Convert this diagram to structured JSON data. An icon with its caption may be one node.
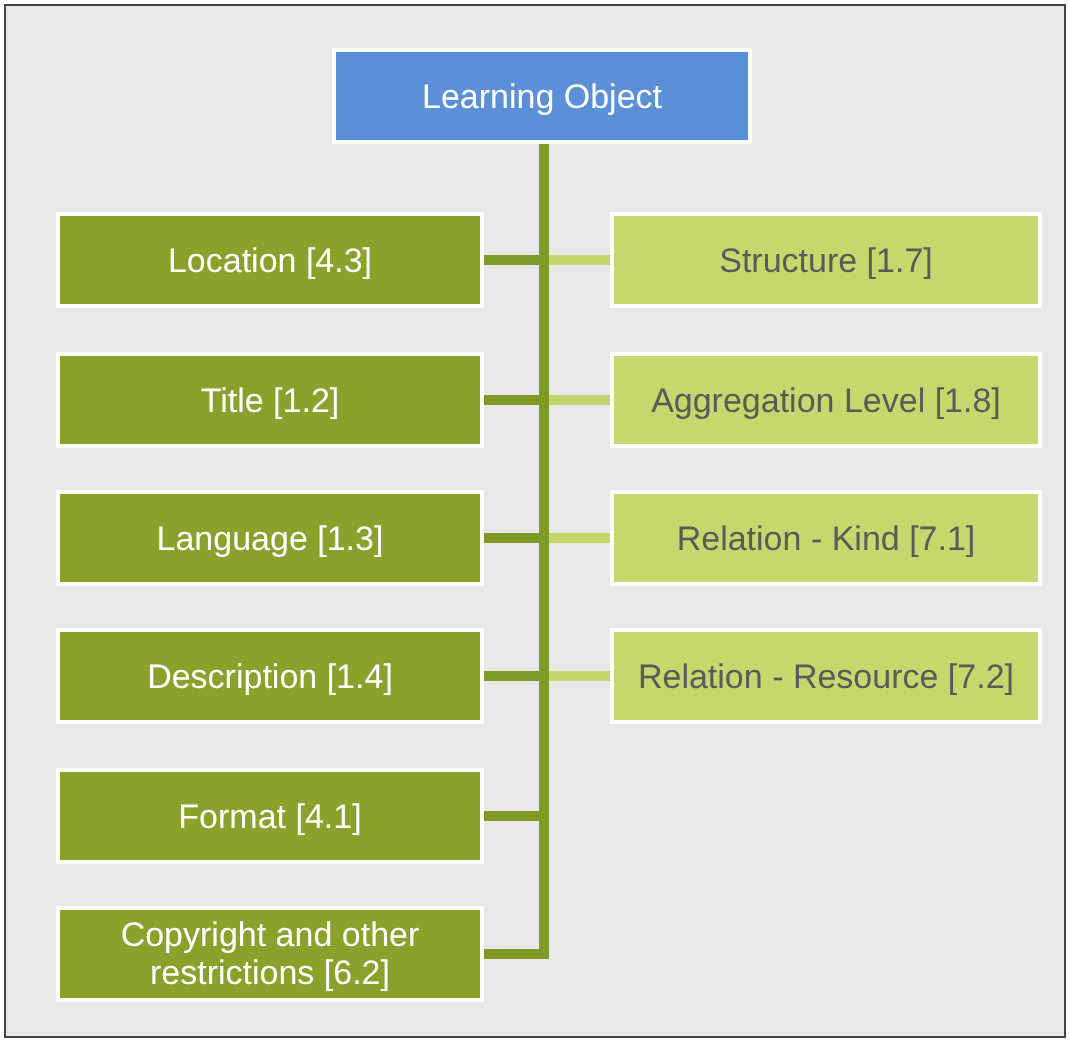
{
  "diagram": {
    "nodes": [
      {
        "text": [
          "Learning Object"
        ]
      },
      {
        "text": [
          "Location [4.3]"
        ]
      },
      {
        "text": [
          "Structure [1.7]"
        ]
      },
      {
        "text": [
          "Title [1.2]"
        ]
      },
      {
        "text": [
          "Aggregation Level [1.8]"
        ]
      },
      {
        "text": [
          "Language [1.3]"
        ]
      },
      {
        "text": [
          "Relation - Kind [7.1]"
        ]
      },
      {
        "text": [
          "Description [1.4]"
        ]
      },
      {
        "text": [
          "Relation - Resource [7.2]"
        ]
      },
      {
        "text": [
          "Format [4.1]"
        ]
      },
      {
        "text": [
          "Copyright and other restrictions [6.2]"
        ]
      }
    ],
    "edges": [
      {
        "from": 0,
        "to": 2,
        "arrow": "none",
        "color": "#c3d66b"
      },
      {
        "from": 0,
        "to": 4,
        "arrow": "none",
        "color": "#c3d66b"
      },
      {
        "from": 0,
        "to": 6,
        "arrow": "none",
        "color": "#c3d66b"
      },
      {
        "from": 0,
        "to": 8,
        "arrow": "none",
        "color": "#c3d66b"
      },
      {
        "from": 0,
        "to": 1,
        "arrow": "none"
      },
      {
        "from": 0,
        "to": 3,
        "arrow": "none"
      },
      {
        "from": 0,
        "to": 5,
        "arrow": "none"
      },
      {
        "from": 0,
        "to": 7,
        "arrow": "none"
      },
      {
        "from": 0,
        "to": 9,
        "arrow": "none"
      },
      {
        "from": 0,
        "to": 10,
        "arrow": "none"
      }
    ]
  }
}
